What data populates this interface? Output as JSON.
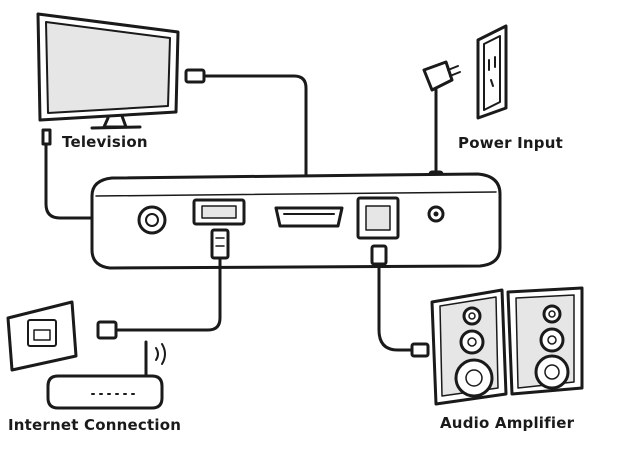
{
  "labels": {
    "television": "Television",
    "power_input": "Power Input",
    "internet_connection": "Internet Connection",
    "audio_amplifier": "Audio Amplifier"
  },
  "icons": {
    "television": "tv-icon",
    "power_outlet": "wall-outlet-icon",
    "power_adapter": "power-adapter-icon",
    "network_jack": "ethernet-wall-jack-icon",
    "router": "router-icon",
    "speakers": "speaker-icon",
    "wifi": "wifi-signal-icon",
    "device": "streaming-box-icon"
  },
  "colors": {
    "line": "#1a1a1a",
    "fill": "#ffffff",
    "shade": "#e6e6e6"
  }
}
